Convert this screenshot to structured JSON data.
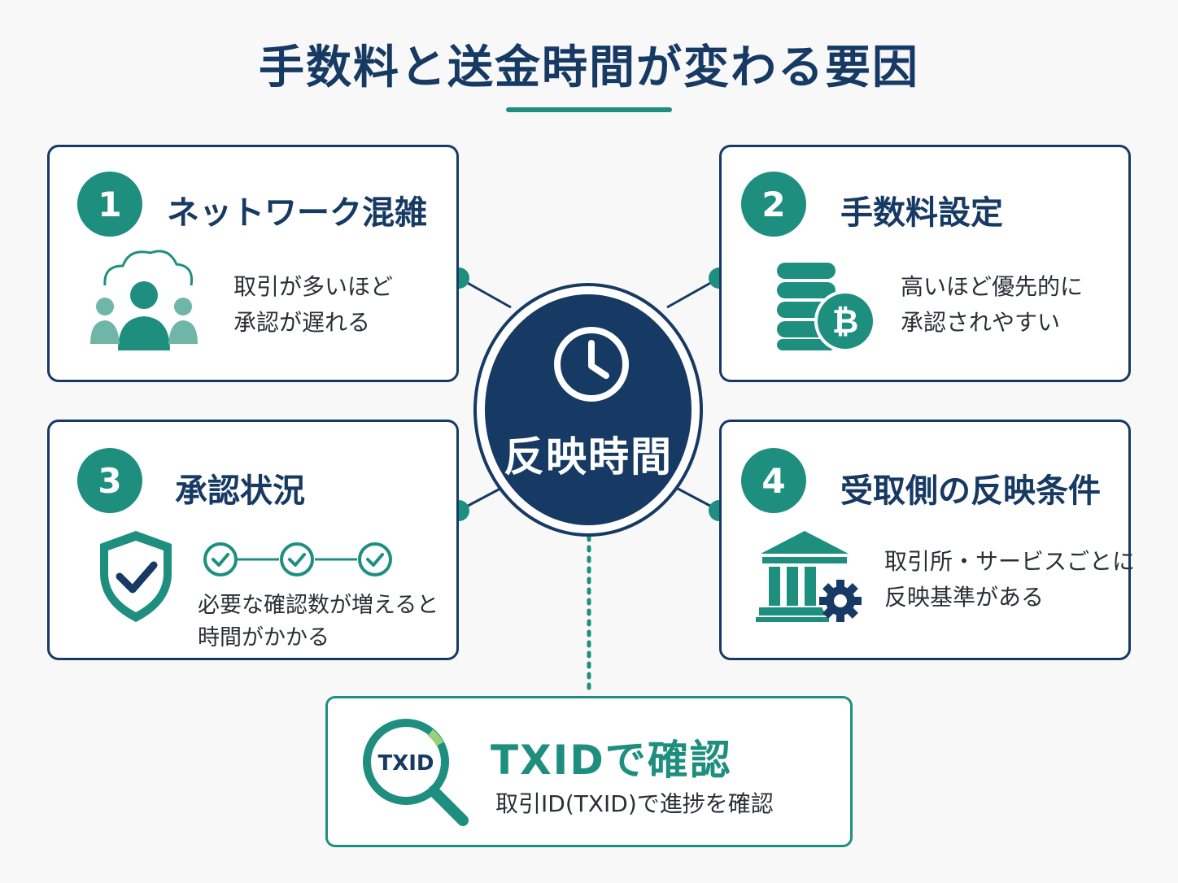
{
  "title": "手数料と送金時間が変わる要因",
  "hub": {
    "label": "反映時間",
    "icon": "clock-icon"
  },
  "cards": [
    {
      "number": "1",
      "title": "ネットワーク混雑",
      "desc": [
        "取引が多いほど",
        "承認が遅れる"
      ],
      "icon": "crowd-cloud-icon"
    },
    {
      "number": "2",
      "title": "手数料設定",
      "desc": [
        "高いほど優先的に",
        "承認されやすい"
      ],
      "icon": "bitcoin-coins-icon"
    },
    {
      "number": "3",
      "title": "承認状況",
      "desc": [
        "必要な確認数が増えると",
        "時間がかかる"
      ],
      "icon": "shield-check-icon"
    },
    {
      "number": "4",
      "title": "受取側の反映条件",
      "desc": [
        "取引所・サービスごとに",
        "反映基準がある"
      ],
      "icon": "bank-gear-icon"
    }
  ],
  "txid": {
    "title": "TXIDで確認",
    "desc": "取引ID(TXID)で進捗を確認",
    "icon_text": "TXID",
    "icon": "magnifier-icon"
  },
  "colors": {
    "navy": "#163a63",
    "teal": "#1e8f7f"
  }
}
